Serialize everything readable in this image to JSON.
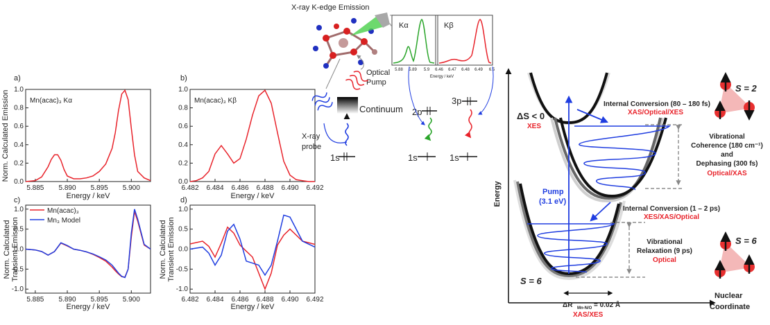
{
  "panels": {
    "a": {
      "letter": "a)",
      "title": "Mn(acac)₃ Kα",
      "ylabel": "Norm. Calculated Emission",
      "xlabel": "Energy / keV",
      "xticks": [
        "5.885",
        "5.890",
        "5.895",
        "5.900"
      ],
      "yticks": [
        "0.0",
        "0.2",
        "0.4",
        "0.6",
        "0.8",
        "1.0"
      ]
    },
    "b": {
      "letter": "b)",
      "title": "Mn(acac)₃ Kβ",
      "xlabel": "Energy / keV",
      "xticks": [
        "6.482",
        "6.484",
        "6.486",
        "6.488",
        "6.490",
        "6.492"
      ],
      "yticks": [
        "0.0",
        "0.2",
        "0.4",
        "0.6",
        "0.8",
        "1.0"
      ]
    },
    "c": {
      "letter": "c)",
      "ylabel1": "Norm. Calculated",
      "ylabel2": "Transient Emission",
      "xlabel": "Energy / keV",
      "xticks": [
        "5.885",
        "5.890",
        "5.895",
        "5.900"
      ],
      "yticks": [
        "-1.0",
        "-0.5",
        "0.0",
        "0.5",
        "1.0"
      ],
      "legend": [
        "Mn(acac)₃",
        "Mn₃ Model"
      ]
    },
    "d": {
      "letter": "d)",
      "ylabel1": "Norm. Calculated",
      "ylabel2": "Transient Emission",
      "xlabel": "Energy / keV",
      "xticks": [
        "6.482",
        "6.484",
        "6.486",
        "6.488",
        "6.490",
        "6.492"
      ],
      "yticks": [
        "-1.0",
        "-0.5",
        "0.0",
        "0.5",
        "1.0"
      ]
    }
  },
  "scheme": {
    "title": "X-ray K-edge Emission",
    "inset_ka": "Kα",
    "inset_kb": "Kβ",
    "inset_ticks_a": [
      "5.88",
      "5.89",
      "5.9"
    ],
    "inset_ticks_b": [
      "6.46",
      "6.47",
      "6.48",
      "6.49",
      "6.5"
    ],
    "inset_xlabel": "Energy / keV",
    "optical": "Optical",
    "pump": "Pump",
    "continuum": "Continuum",
    "xray": "X-ray",
    "probe": "probe",
    "s1": "1s",
    "s2p": "2p",
    "s3p": "3p",
    "s1b": "1s",
    "s1c": "1s"
  },
  "energy": {
    "yaxis": "Energy",
    "xaxis1": "Nuclear",
    "xaxis2": "Coordinate",
    "ds": "ΔS < 0",
    "ds_tech": "XES",
    "ic1": "Internal Conversion (80 – 180 fs)",
    "ic1_tech": "XAS/Optical/XES",
    "vib1": "Vibrational",
    "vib2": "Coherence (180 cm⁻¹)",
    "vib3": "and",
    "vib4": "Dephasing (300 fs)",
    "vib_tech": "Optical/XAS",
    "pump1": "Pump",
    "pump2": "(3.1 eV)",
    "ic2": "Internal Conversion (1 – 2 ps)",
    "ic2_tech": "XES/XAS/Optical",
    "vr1": "Vibrational",
    "vr2": "Relaxation (9 ps)",
    "vr_tech": "Optical",
    "s_low": "S = 6",
    "s2": "S = 2",
    "s6": "S = 6",
    "dr": "ΔR",
    "dr_sub": "Mn-N/O",
    "dr_val": " = 0.02 Å",
    "dr_tech": "XAS/XES"
  },
  "colors": {
    "red": "#e8222a",
    "blue": "#1f3de0",
    "green": "#2aa52a"
  },
  "chart_data": [
    {
      "type": "line",
      "panel": "a",
      "title": "Mn(acac)₃ Kα",
      "xlabel": "Energy / keV",
      "ylabel": "Norm. Calculated Emission",
      "xlim": [
        5.8835,
        5.903
      ],
      "ylim": [
        0,
        1.0
      ],
      "series": [
        {
          "name": "Mn(acac)₃",
          "x": [
            5.8835,
            5.885,
            5.886,
            5.887,
            5.8875,
            5.888,
            5.8885,
            5.889,
            5.8895,
            5.89,
            5.891,
            5.892,
            5.893,
            5.894,
            5.895,
            5.896,
            5.897,
            5.8975,
            5.898,
            5.8985,
            5.899,
            5.8995,
            5.9,
            5.9005,
            5.901,
            5.902,
            5.903
          ],
          "y": [
            0.0,
            0.01,
            0.05,
            0.16,
            0.24,
            0.29,
            0.29,
            0.23,
            0.13,
            0.06,
            0.03,
            0.03,
            0.04,
            0.06,
            0.11,
            0.19,
            0.36,
            0.53,
            0.77,
            0.95,
            0.99,
            0.89,
            0.58,
            0.29,
            0.11,
            0.04,
            0.01
          ]
        }
      ]
    },
    {
      "type": "line",
      "panel": "b",
      "title": "Mn(acac)₃ Kβ",
      "xlabel": "Energy / keV",
      "xlim": [
        6.482,
        6.492
      ],
      "ylim": [
        0,
        1.0
      ],
      "series": [
        {
          "name": "Mn(acac)₃",
          "x": [
            6.482,
            6.4825,
            6.483,
            6.4835,
            6.484,
            6.4845,
            6.485,
            6.4855,
            6.486,
            6.4865,
            6.487,
            6.4875,
            6.488,
            6.4885,
            6.489,
            6.4895,
            6.49,
            6.4905,
            6.491,
            6.4915,
            6.492
          ],
          "y": [
            0.0,
            0.01,
            0.04,
            0.11,
            0.3,
            0.39,
            0.3,
            0.2,
            0.25,
            0.46,
            0.72,
            0.93,
            0.99,
            0.85,
            0.53,
            0.22,
            0.07,
            0.02,
            0.01,
            0.0,
            0.0
          ]
        }
      ]
    },
    {
      "type": "line",
      "panel": "c",
      "xlabel": "Energy / keV",
      "ylabel": "Norm. Calculated Transient Emission",
      "xlim": [
        5.8835,
        5.903
      ],
      "ylim": [
        -1.1,
        1.1
      ],
      "series": [
        {
          "name": "Mn(acac)₃",
          "x": [
            5.8835,
            5.885,
            5.886,
            5.887,
            5.888,
            5.889,
            5.89,
            5.891,
            5.892,
            5.893,
            5.894,
            5.895,
            5.896,
            5.897,
            5.8975,
            5.898,
            5.8985,
            5.899,
            5.8995,
            5.9,
            5.9005,
            5.901,
            5.902,
            5.903
          ],
          "y": [
            0.0,
            -0.02,
            -0.06,
            -0.15,
            -0.06,
            0.15,
            0.08,
            0.0,
            -0.03,
            -0.07,
            -0.13,
            -0.21,
            -0.3,
            -0.45,
            -0.54,
            -0.62,
            -0.69,
            -0.7,
            -0.5,
            0.3,
            0.94,
            0.7,
            0.1,
            0.0
          ]
        },
        {
          "name": "Mn₃ Model",
          "x": [
            5.8835,
            5.885,
            5.886,
            5.887,
            5.888,
            5.889,
            5.89,
            5.891,
            5.892,
            5.893,
            5.894,
            5.895,
            5.896,
            5.897,
            5.8975,
            5.898,
            5.8985,
            5.899,
            5.8995,
            5.9,
            5.9005,
            5.901,
            5.902,
            5.903
          ],
          "y": [
            0.0,
            -0.02,
            -0.06,
            -0.15,
            -0.06,
            0.16,
            0.09,
            0.0,
            -0.03,
            -0.07,
            -0.12,
            -0.19,
            -0.27,
            -0.4,
            -0.5,
            -0.6,
            -0.68,
            -0.71,
            -0.5,
            0.4,
            1.0,
            0.75,
            0.12,
            0.0
          ]
        }
      ]
    },
    {
      "type": "line",
      "panel": "d",
      "xlabel": "Energy / keV",
      "xlim": [
        6.482,
        6.492
      ],
      "ylim": [
        -1.1,
        1.1
      ],
      "series": [
        {
          "name": "Mn(acac)₃",
          "x": [
            6.482,
            6.483,
            6.4835,
            6.484,
            6.4845,
            6.485,
            6.4855,
            6.486,
            6.4865,
            6.487,
            6.4875,
            6.488,
            6.4885,
            6.489,
            6.4895,
            6.49,
            6.491,
            6.492
          ],
          "y": [
            0.13,
            0.2,
            0.07,
            -0.2,
            0.15,
            0.55,
            0.4,
            0.1,
            -0.05,
            -0.2,
            -0.6,
            -1.0,
            -0.6,
            0.1,
            0.35,
            0.5,
            0.2,
            0.12
          ]
        },
        {
          "name": "Mn₃ Model",
          "x": [
            6.482,
            6.483,
            6.4835,
            6.484,
            6.4845,
            6.485,
            6.4855,
            6.486,
            6.4865,
            6.487,
            6.4875,
            6.488,
            6.4885,
            6.489,
            6.4895,
            6.49,
            6.491,
            6.492
          ],
          "y": [
            0.0,
            0.05,
            -0.1,
            -0.4,
            -0.15,
            0.45,
            0.62,
            0.25,
            -0.3,
            -0.35,
            -0.4,
            -0.65,
            -0.4,
            0.2,
            0.85,
            0.8,
            0.2,
            0.05
          ]
        }
      ]
    }
  ]
}
